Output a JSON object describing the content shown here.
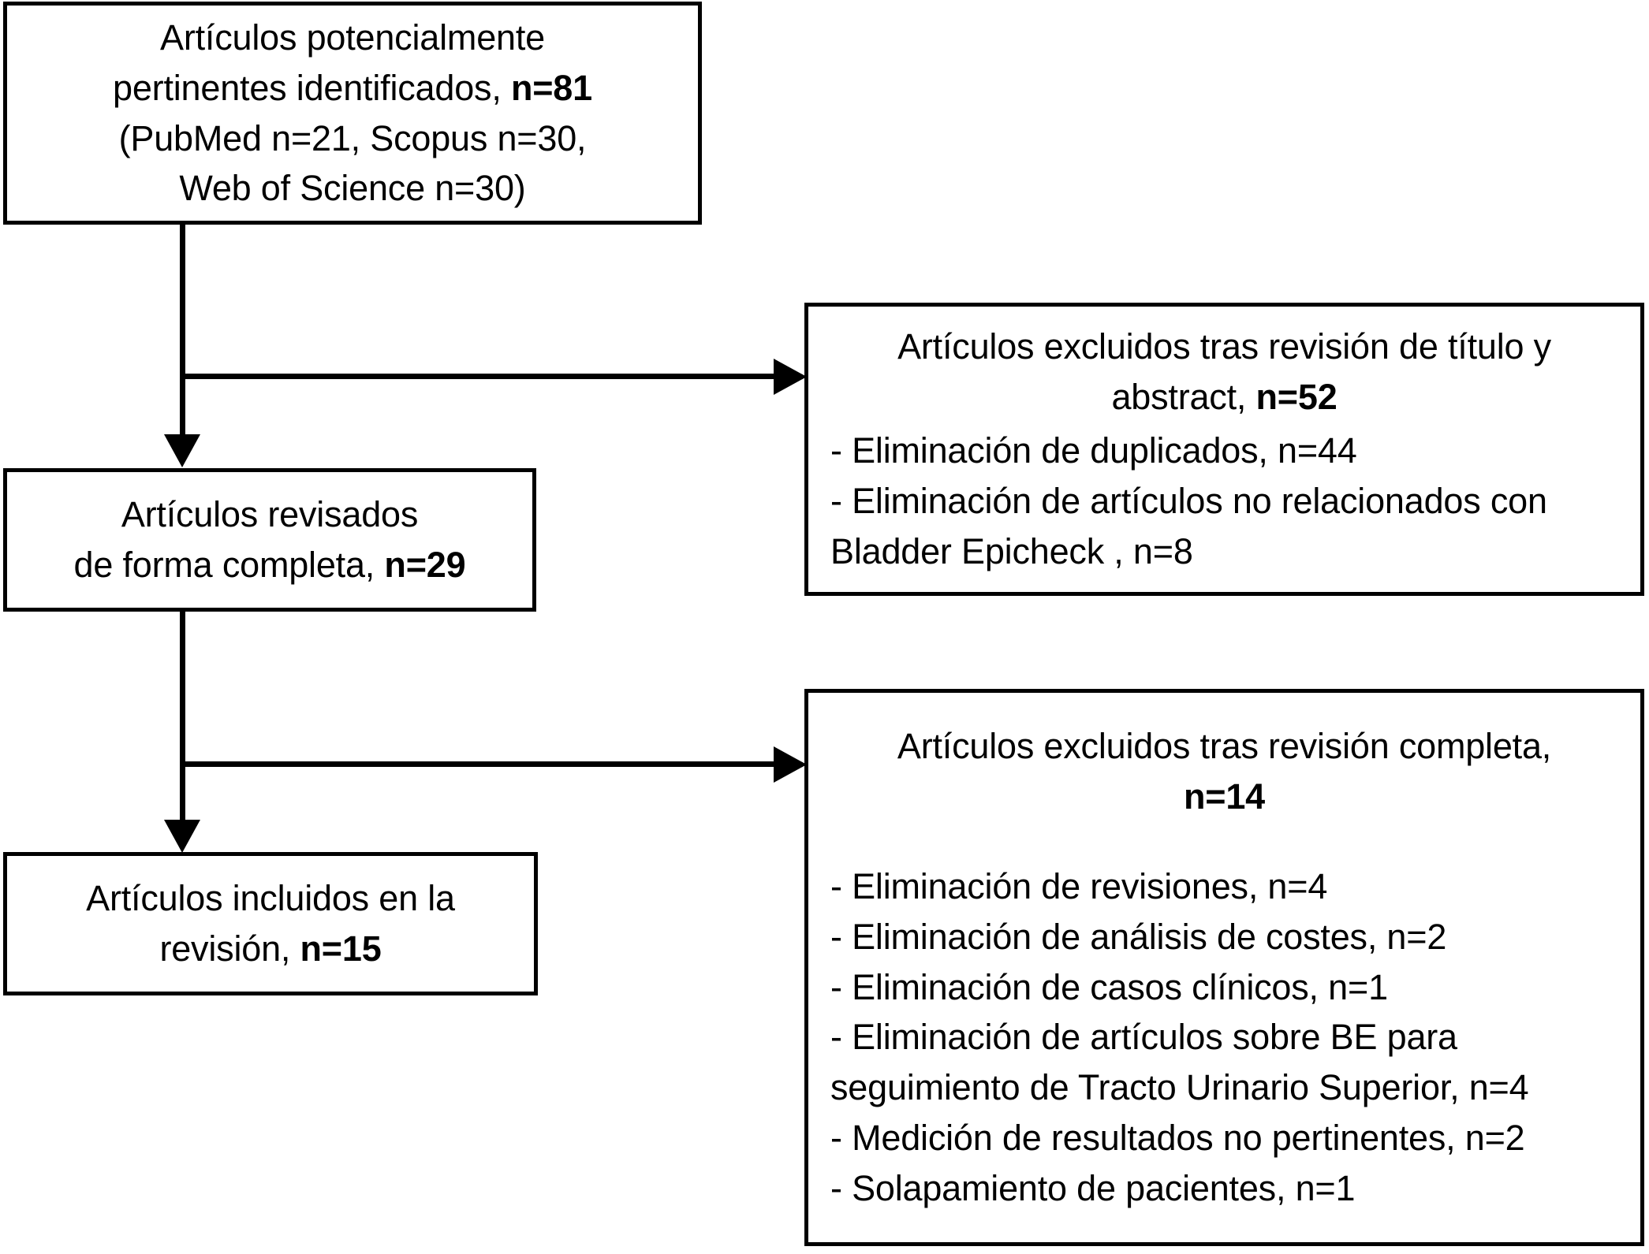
{
  "diagram": {
    "type": "prisma-flow-diagram",
    "language": "es",
    "stroke_color": "#000000",
    "background_color": "#ffffff"
  },
  "boxes": {
    "identified": {
      "lines": [
        "Artículos potencialmente",
        "pertinentes identificados, ",
        "(PubMed n=21, Scopus n=30,",
        "Web of Science n=30)"
      ],
      "bold_inline": "n=81",
      "n_value": 81,
      "sources": [
        {
          "name": "PubMed",
          "n": 21
        },
        {
          "name": "Scopus",
          "n": 30
        },
        {
          "name": "Web of Science",
          "n": 30
        }
      ]
    },
    "reviewed": {
      "lines": [
        "Artículos revisados",
        "de forma completa, "
      ],
      "bold_inline": "n=29",
      "n_value": 29
    },
    "included": {
      "lines": [
        "Artículos incluidos en la",
        "revisión, "
      ],
      "bold_inline": "n=15",
      "n_value": 15
    },
    "excluded_title_abstract": {
      "header_lines": [
        "Artículos excluidos tras revisión de título y",
        "abstract, "
      ],
      "header_bold": "n=52",
      "n_value": 52,
      "items": [
        "- Eliminación de duplicados, n=44",
        "- Eliminación de artículos no relacionados con",
        "Bladder Epicheck , n=8"
      ]
    },
    "excluded_full_review": {
      "header_lines": [
        "Artículos excluidos tras revisión completa,",
        ""
      ],
      "header_bold": "n=14",
      "n_value": 14,
      "items": [
        "- Eliminación de revisiones, n=4",
        "- Eliminación de análisis de costes, n=2",
        "- Eliminación de casos clínicos, n=1",
        "- Eliminación de artículos sobre BE para",
        "seguimiento de Tracto Urinario Superior, n=4",
        "- Medición de resultados no pertinentes, n=2",
        "- Solapamiento de pacientes, n=1"
      ]
    }
  },
  "connectors": [
    {
      "name": "identified-to-reviewed",
      "direction": "down"
    },
    {
      "name": "identified-to-excluded-title-abstract",
      "direction": "right"
    },
    {
      "name": "reviewed-to-included",
      "direction": "down"
    },
    {
      "name": "reviewed-to-excluded-full-review",
      "direction": "right"
    }
  ]
}
